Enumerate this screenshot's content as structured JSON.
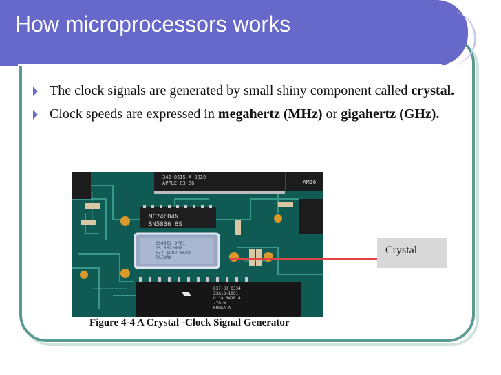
{
  "slide": {
    "title": "How microprocessors works",
    "bullets": [
      {
        "part1": "The clock signals are generated by small shiny component called ",
        "bold1": "crystal.",
        "part2": "",
        "bold2": ""
      },
      {
        "part1": "Clock speeds are expressed in ",
        "bold1": "megahertz (MHz)",
        "part2": " or ",
        "bold2": "gigahertz (GHz)."
      }
    ]
  },
  "figure": {
    "caption": "Figure 4-4 A Crystal -Clock Signal Generator",
    "callout_label": "Crystal",
    "chip_labels": {
      "top_chip": "342-0515-A 0829\nAPPLE 83-86",
      "mid_chip": "MC74F04N\nSN5836 8S",
      "crystal": "SS46Z2  9F81\n15.6672MHZ\nF37 1982 8628\nTAIWAN",
      "right_chip": "AM26",
      "bottom_chip": "837-0D 0334\nZ3A18-10G1\nG 1A 3416 4\n-70-W\nKOREA A"
    }
  },
  "colors": {
    "title_bar": "#6669c9",
    "frame": "#5b9a8e",
    "arrow": "#e04444",
    "callout_bg": "#d9d9d9"
  }
}
